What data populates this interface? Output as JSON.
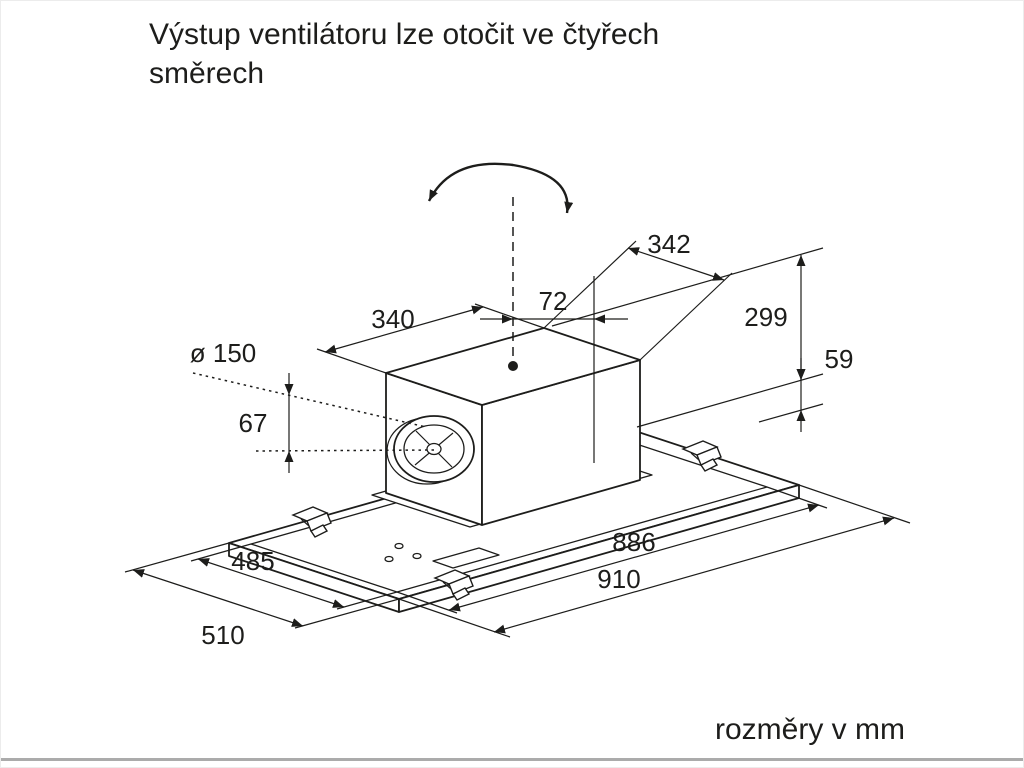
{
  "title": {
    "line1": "Výstup ventilátoru lze otočit ve čtyřech",
    "line2": "směrech"
  },
  "footer": {
    "note": "rozměry v mm"
  },
  "dimensions": {
    "top_depth": "342",
    "top_width": "340",
    "outlet_offset": "72",
    "height_above_panel": "299",
    "panel_height": "59",
    "duct_diameter": "ø 150",
    "duct_center_offset": "67",
    "inner_length": "886",
    "outer_length": "910",
    "inner_width": "485",
    "outer_width": "510"
  },
  "colors": {
    "line": "#1d1d1b",
    "background": "#ffffff",
    "divider": "#ababab"
  }
}
